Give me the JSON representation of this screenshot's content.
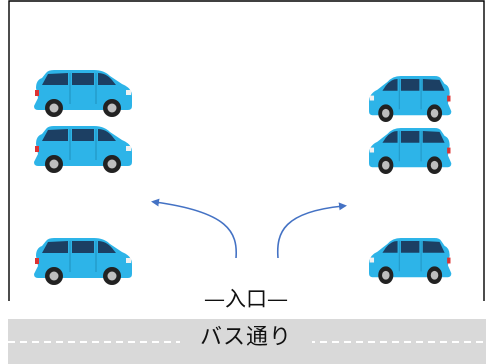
{
  "entrance": {
    "label": "—入口—"
  },
  "road": {
    "label": "バス通り"
  },
  "colors": {
    "car_body": "#2db4e8",
    "car_window": "#1c3f63",
    "arrow": "#4472c4",
    "road": "#d9d9d9",
    "lane_marking": "#ffffff",
    "frame": "#000000"
  },
  "cars": {
    "left_column": [
      "car",
      "car",
      "car"
    ],
    "right_column": [
      "car",
      "car",
      "car"
    ]
  },
  "arrows": [
    "curved-arrow-left",
    "curved-arrow-right"
  ]
}
